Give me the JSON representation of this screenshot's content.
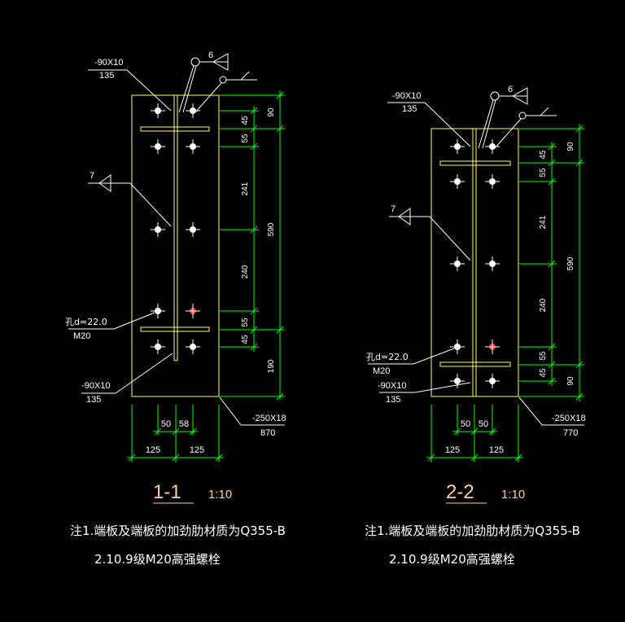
{
  "colors": {
    "background": "#000000",
    "plate": "#ffff66",
    "dimension": "#00ff00",
    "text": "#ffffff",
    "title": "#ffcc99",
    "bolt": "#ffffff",
    "bolt_highlight": "#ff3333"
  },
  "left_view": {
    "title": "1-1",
    "scale": "1:10",
    "stiffener_top_1": "-90X10",
    "stiffener_top_2": "135",
    "weld_symbol": "6",
    "weld_ref": "7",
    "hole_1": "孔d=22.0",
    "hole_2": "M20",
    "stiffener_bot_1": "-90X10",
    "stiffener_bot_2": "135",
    "end_plate_1": "-250X18",
    "end_plate_2": "870",
    "dims_inner": [
      "45",
      "55",
      "241",
      "240",
      "55",
      "45"
    ],
    "dims_outer": [
      "90",
      "590",
      "190"
    ],
    "dims_bottom_inner": [
      "50",
      "58"
    ],
    "dims_bottom_outer": [
      "125",
      "125"
    ]
  },
  "right_view": {
    "title": "2-2",
    "scale": "1:10",
    "stiffener_top_1": "-90X10",
    "stiffener_top_2": "135",
    "weld_symbol": "6",
    "weld_ref": "7",
    "hole_1": "孔d=22.0",
    "hole_2": "M20",
    "stiffener_bot_1": "-90X10",
    "stiffener_bot_2": "135",
    "end_plate_1": "-250X18",
    "end_plate_2": "770",
    "dims_inner": [
      "45",
      "55",
      "241",
      "240",
      "55",
      "45"
    ],
    "dims_outer": [
      "90",
      "590",
      "90"
    ],
    "dims_bottom_inner": [
      "50",
      "50"
    ],
    "dims_bottom_outer": [
      "125",
      "125"
    ]
  },
  "notes": {
    "left_1": "注1.端板及端板的加劲肋材质为Q355-B",
    "left_2": "2.10.9级M20高强螺栓",
    "right_1": "注1.端板及端板的加劲肋材质为Q355-B",
    "right_2": "2.10.9级M20高强螺栓"
  }
}
